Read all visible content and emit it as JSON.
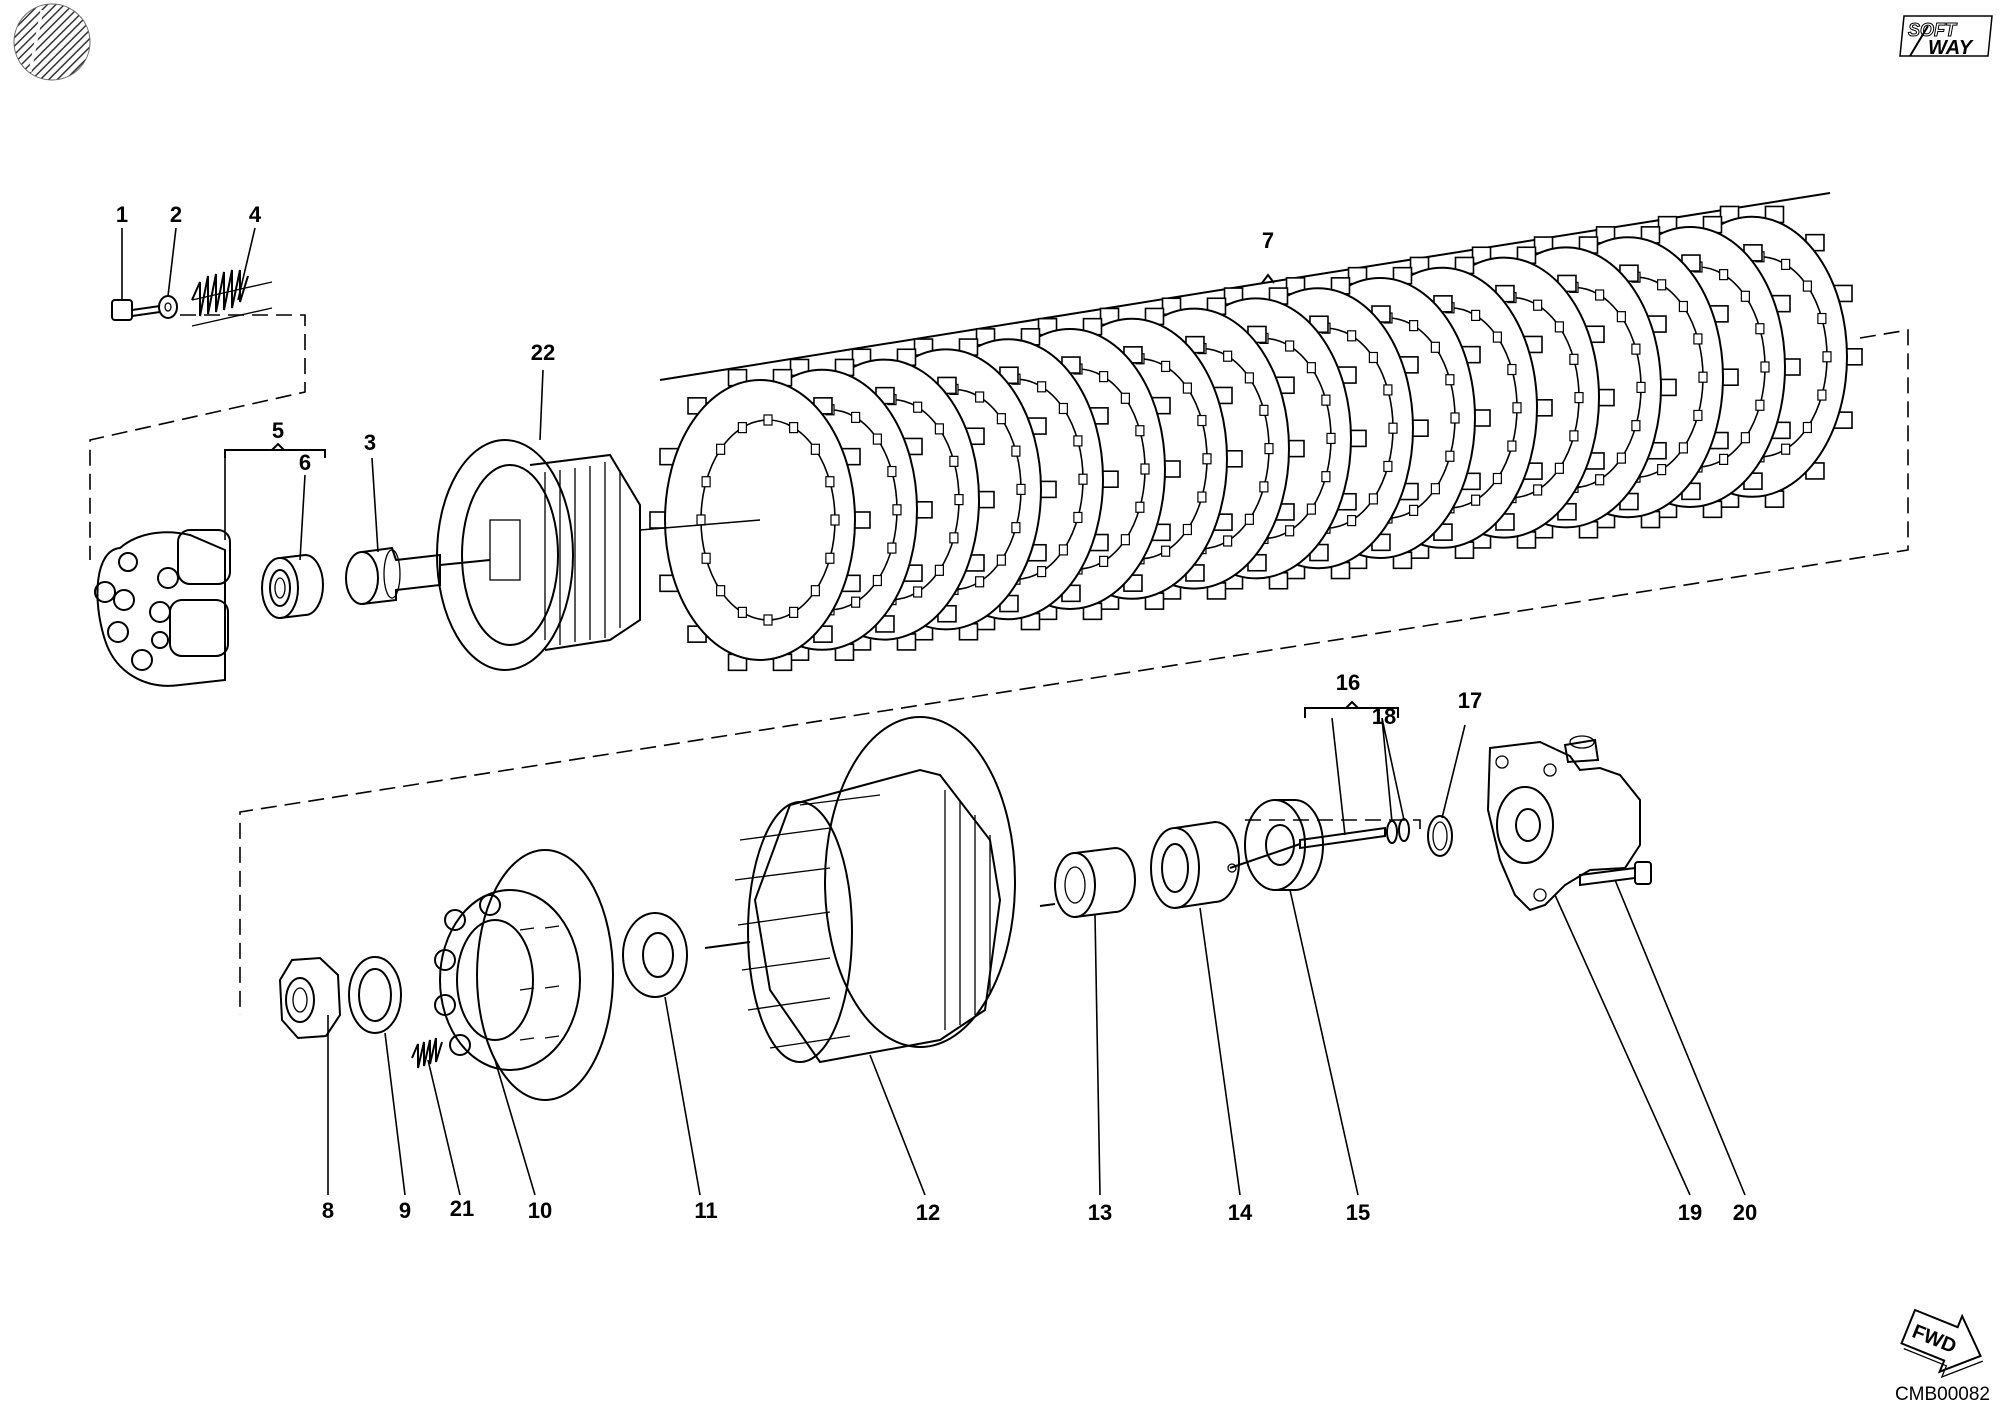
{
  "diagram_code": "CMB00082",
  "brand_logo_text": "SOFT WAY",
  "fwd_label": "FWD",
  "callouts": [
    "1",
    "2",
    "3",
    "4",
    "5",
    "6",
    "7",
    "8",
    "9",
    "10",
    "11",
    "12",
    "13",
    "14",
    "15",
    "16",
    "17",
    "18",
    "19",
    "20",
    "21",
    "22"
  ]
}
